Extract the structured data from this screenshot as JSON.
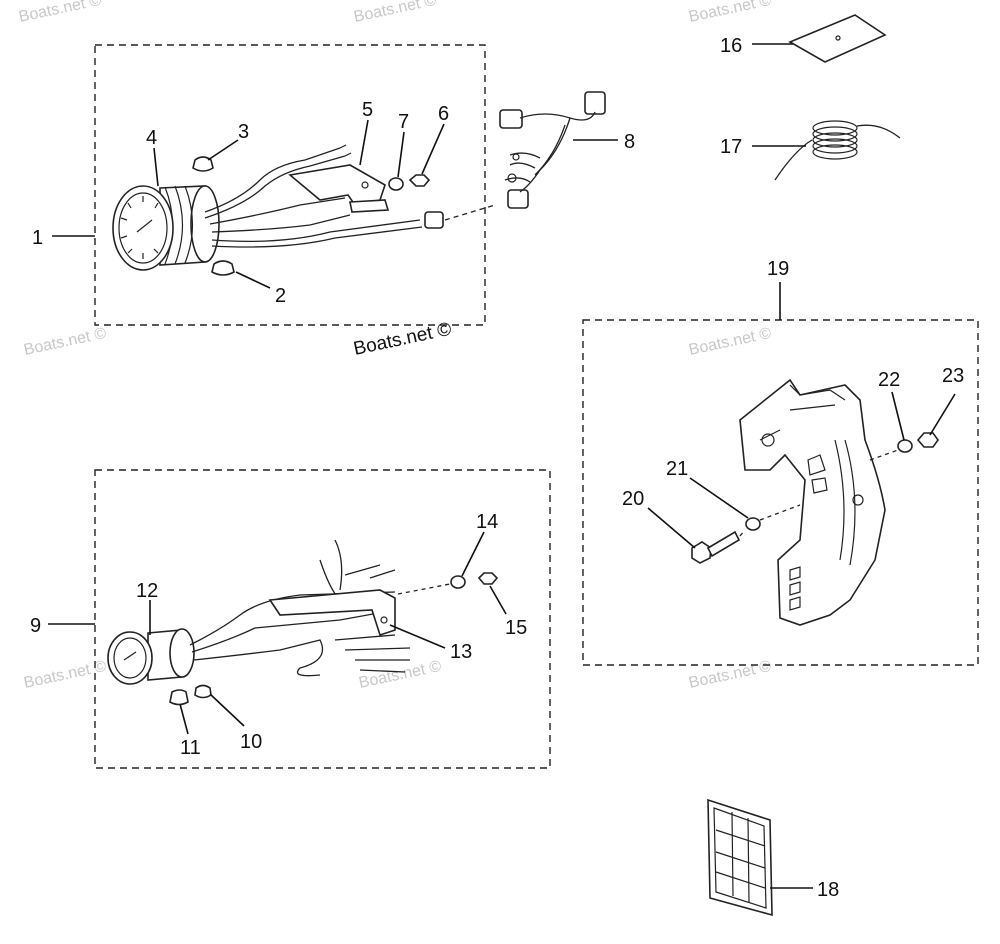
{
  "credit": "Boats.net ©",
  "watermark": "Boats.net ©",
  "callouts": {
    "c1": "1",
    "c2": "2",
    "c3": "3",
    "c4": "4",
    "c5": "5",
    "c6": "6",
    "c7": "7",
    "c8": "8",
    "c9": "9",
    "c10": "10",
    "c11": "11",
    "c12": "12",
    "c13": "13",
    "c14": "14",
    "c15": "15",
    "c16": "16",
    "c17": "17",
    "c18": "18",
    "c19": "19",
    "c20": "20",
    "c21": "21",
    "c22": "22",
    "c23": "23"
  },
  "colors": {
    "ink": "#111111",
    "watermark": "#c8c8c8",
    "background": "#ffffff"
  }
}
